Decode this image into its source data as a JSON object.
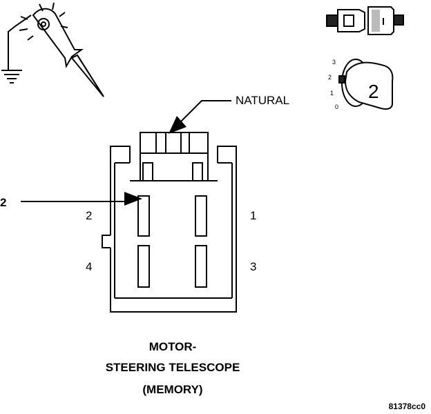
{
  "callouts": {
    "natural": "NATURAL",
    "two": "2"
  },
  "pins": {
    "p1": "1",
    "p2": "2",
    "p3": "3",
    "p4": "4"
  },
  "title": {
    "line1": "MOTOR-",
    "line2": "STEERING TELESCOPE",
    "line3": "(MEMORY)"
  },
  "figure_code": "81378cc0",
  "key_icon": {
    "positions": [
      "3",
      "2",
      "1",
      "0"
    ],
    "number": "2"
  },
  "icons": [
    "test-light-probe-icon",
    "connector-pair-icon",
    "ignition-key-icon"
  ]
}
